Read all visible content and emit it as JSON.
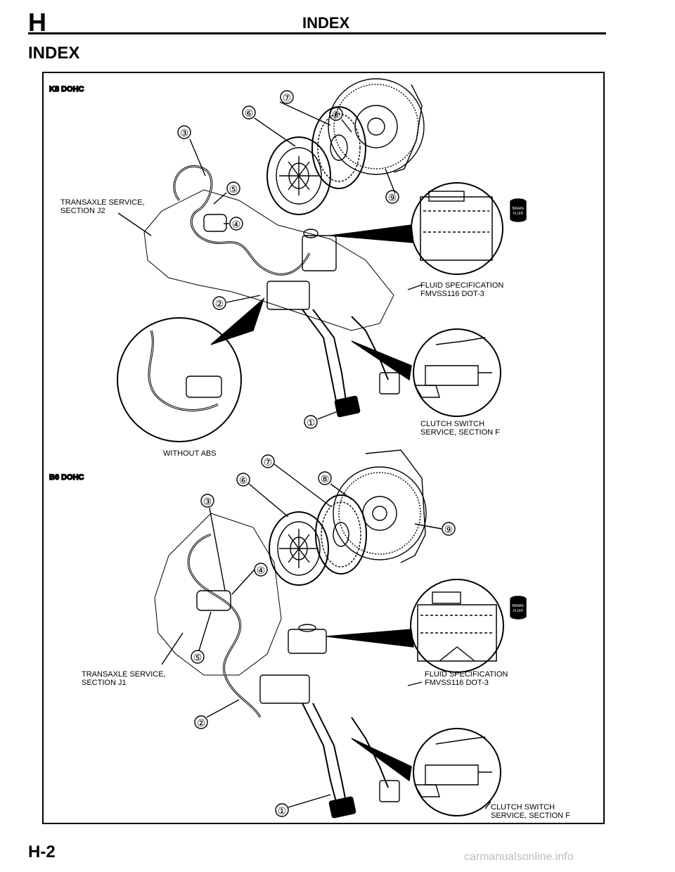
{
  "header": {
    "section_letter": "H",
    "title": "INDEX"
  },
  "page_title": "INDEX",
  "figures": [
    {
      "engine": "K8 DOHC",
      "labels": {
        "transaxle_1": "TRANSAXLE SERVICE,",
        "transaxle_2": "SECTION J2",
        "fluid_1": "FLUID SPECIFICATION",
        "fluid_2": "FMVSS116 DOT-3",
        "clutch_1": "CLUTCH SWITCH",
        "clutch_2": "SERVICE, SECTION F",
        "without_abs": "WITHOUT ABS"
      },
      "callouts": [
        "①",
        "②",
        "③",
        "④",
        "⑤",
        "⑥",
        "⑦",
        "⑧",
        "⑨"
      ]
    },
    {
      "engine": "B6 DOHC",
      "labels": {
        "transaxle_1": "TRANSAXLE SERVICE,",
        "transaxle_2": "SECTION J1",
        "fluid_1": "FLUID SPECIFICATION",
        "fluid_2": "FMVSS116 DOT-3",
        "clutch_1": "CLUTCH SWITCH",
        "clutch_2": "SERVICE, SECTION F"
      },
      "callouts": [
        "①",
        "②",
        "③",
        "④",
        "⑤",
        "⑥",
        "⑦",
        "⑧",
        "⑨"
      ]
    }
  ],
  "brake_fluid_icon": [
    "BRAKE",
    "FLUID"
  ],
  "page_number": "H-2",
  "watermark": "carmanualsonline.info"
}
